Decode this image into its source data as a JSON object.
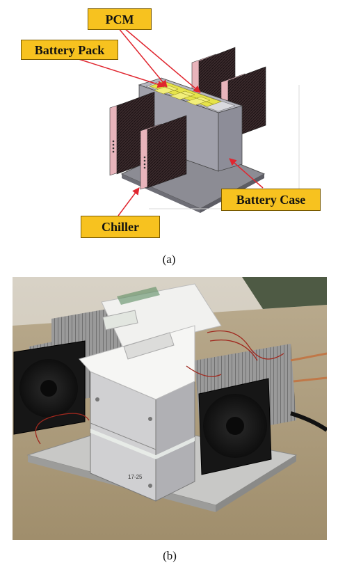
{
  "panel_a": {
    "caption": "(a)",
    "labels": {
      "pcm": "PCM",
      "battery_pack": "Battery Pack",
      "battery_case": "Battery Case",
      "chiller": "Chiller"
    },
    "colors": {
      "label_fill": "#f7c21f",
      "arrow": "#e0262f",
      "pcm_fill": "#e6e34a",
      "case": "#9a9aa2",
      "fin": "#2a1c1f",
      "fan_side": "#e8b4bb"
    }
  },
  "panel_b": {
    "caption": "(b)",
    "plate_marking": "17-25"
  }
}
